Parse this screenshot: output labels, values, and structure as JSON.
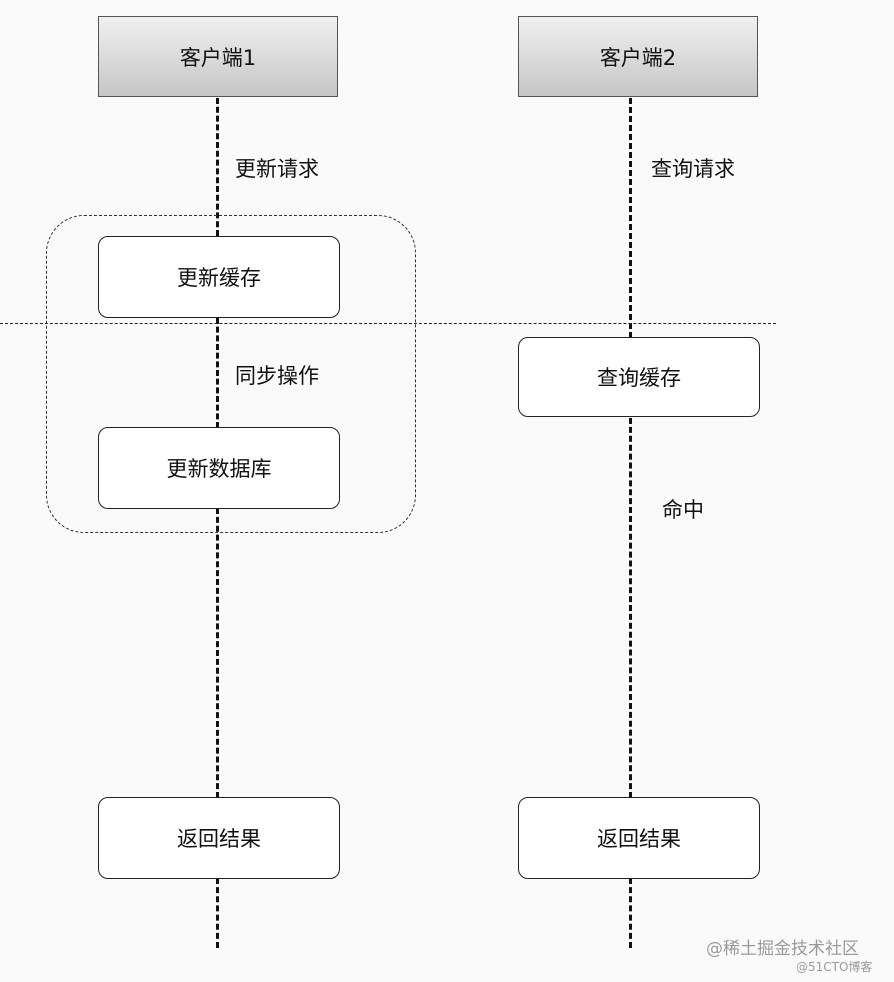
{
  "lanes": [
    {
      "header": "客户端1",
      "message_1": "更新请求",
      "step_1": "更新缓存",
      "message_2": "同步操作",
      "step_2": "更新数据库",
      "step_3": "返回结果"
    },
    {
      "header": "客户端2",
      "message_1": "查询请求",
      "step_1": "查询缓存",
      "message_2": "命中",
      "step_3": "返回结果"
    }
  ],
  "watermark": {
    "line_1": "@稀土掘金技术社区",
    "line_2": "@51CTO博客"
  }
}
